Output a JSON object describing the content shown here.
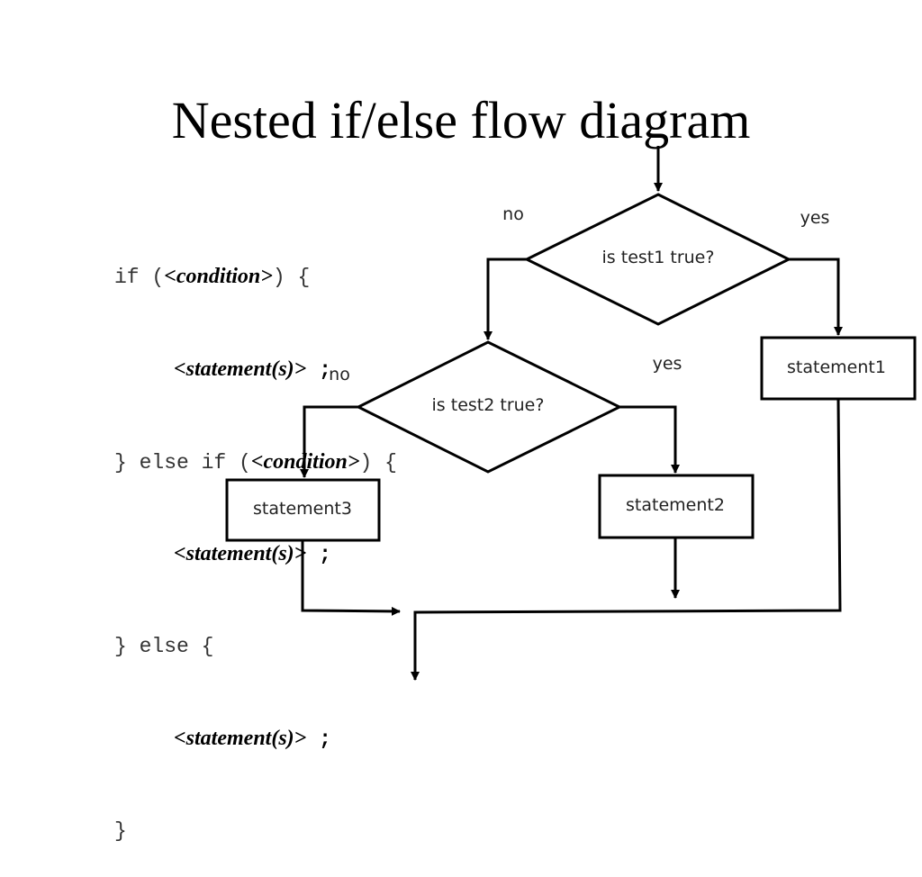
{
  "title": "Nested if/else flow diagram",
  "code": {
    "line1": {
      "pre": "if (",
      "cond": "<condition>",
      "post": ") {"
    },
    "line2": {
      "stmt": "<statement(s)>",
      "semi": " ;"
    },
    "line3": {
      "pre": "} else if (",
      "cond": "<condition>",
      "post": ") {"
    },
    "line4": {
      "stmt": "<statement(s)>",
      "semi": " ;"
    },
    "line5": {
      "text": "} else {"
    },
    "line6": {
      "stmt": "<statement(s)>",
      "semi": " ;"
    },
    "line7": {
      "text": "}"
    }
  },
  "diagram": {
    "decision1": "is test1 true?",
    "decision2": "is test2 true?",
    "statement1": "statement1",
    "statement2": "statement2",
    "statement3": "statement3",
    "d1_no": "no",
    "d1_yes": "yes",
    "d2_no": "no",
    "d2_yes": "yes"
  }
}
